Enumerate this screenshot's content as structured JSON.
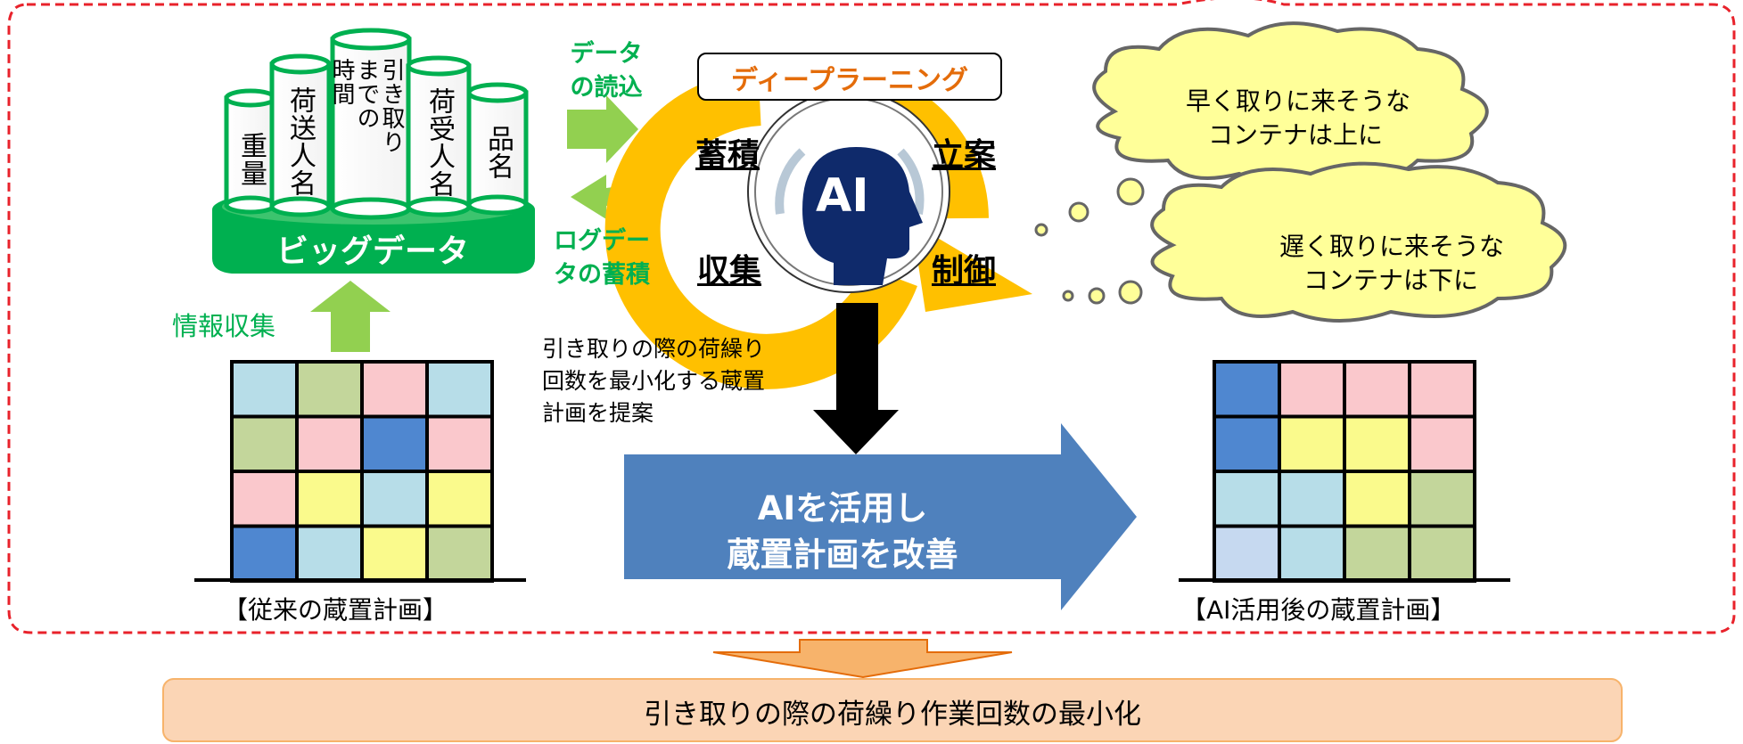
{
  "bigdata": {
    "title": "ビッグデータ",
    "cylinders": [
      "重量",
      "荷送人名",
      "引き取りまでの時間",
      "荷受人名",
      "品名"
    ]
  },
  "flow": {
    "read_label": "データの読込",
    "log_label": "ログデータの蓄積",
    "info_collect": "情報収集"
  },
  "ai": {
    "deep_learning": "ディープラーニング",
    "badge": "AI",
    "cycle": [
      "蓄積",
      "立案",
      "制御",
      "収集"
    ]
  },
  "proposal_text": [
    "引き取りの際の荷繰り",
    "回数を最小化する蔵置",
    "計画を提案"
  ],
  "improve_arrow": [
    "AIを活用し",
    "蔵置計画を改善"
  ],
  "thoughts": [
    [
      "早く取りに来そうな",
      "コンテナは上に"
    ],
    [
      "遅く取りに来そうな",
      "コンテナは下に"
    ]
  ],
  "grids": {
    "before_caption": "【従来の蔵置計画】",
    "after_caption": "【AI活用後の蔵置計画】",
    "before": [
      [
        "#b7dde8",
        "#c3d69b",
        "#fac8cc",
        "#b7dde8"
      ],
      [
        "#c3d69b",
        "#fac8cc",
        "#4f87d0",
        "#fac8cc"
      ],
      [
        "#fac8cc",
        "#fafa8c",
        "#b7dde8",
        "#fafa8c"
      ],
      [
        "#4f87d0",
        "#b7dde8",
        "#fafa8c",
        "#c3d69b"
      ]
    ],
    "after": [
      [
        "#4f87d0",
        "#fac8cc",
        "#fac8cc",
        "#fac8cc"
      ],
      [
        "#4f87d0",
        "#fafa8c",
        "#fafa8c",
        "#fac8cc"
      ],
      [
        "#b7dde8",
        "#b7dde8",
        "#fafa8c",
        "#c3d69b"
      ],
      [
        "#c6d9f0",
        "#b7dde8",
        "#c3d69b",
        "#c3d69b"
      ]
    ]
  },
  "result": "引き取りの際の荷繰り作業回数の最小化",
  "colors": {
    "green": "#00b050",
    "light_green": "#92d050",
    "orange_text": "#e46c0a",
    "ai_ring": "#ffc000",
    "ai_head": "#0f2a6b",
    "blue_arrow": "#4f81bd",
    "cloud": "#ffff99",
    "red_dash": "#e8222b",
    "result_fill": "#fbd5b5",
    "result_arrow": "#f7b36b"
  }
}
